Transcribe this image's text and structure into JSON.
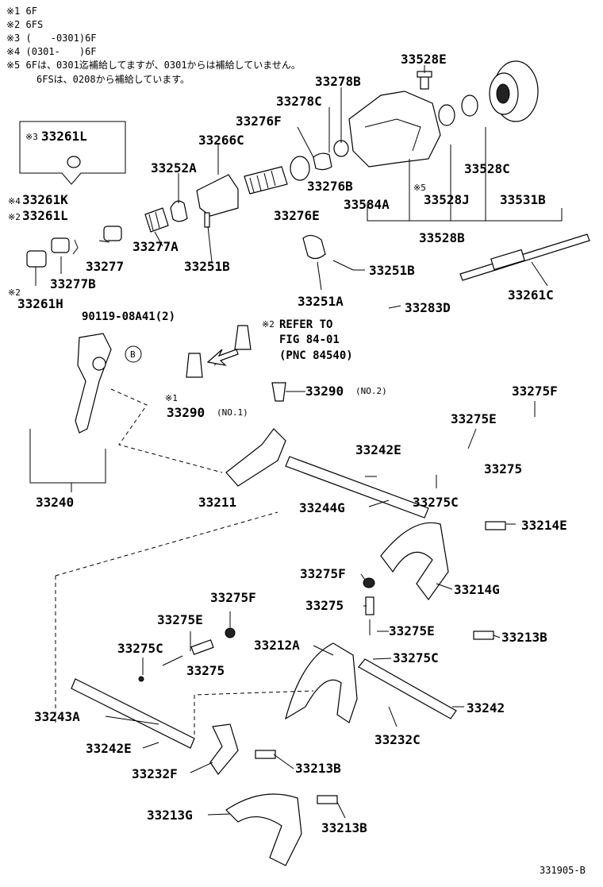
{
  "notes": [
    "※1 6F",
    "※2 6FS",
    "※3 (　　-0301)6F",
    "※4 (0301-　　)6F",
    "※5 6Fは、0301迄補給してますが、0301からは補給していません。",
    "6FSは、0208から補給しています。"
  ],
  "callout": {
    "mark": "※3",
    "part": "33261L"
  },
  "refer": {
    "mark": "※2",
    "line1": "REFER TO",
    "line2": "FIG 84-01",
    "line3": "(PNC 84540)"
  },
  "circle_b": "B",
  "marks": {
    "m1": "※1",
    "m2": "※2",
    "m4": "※4",
    "m2b": "※2",
    "m5": "※5"
  },
  "parts": {
    "p33528E": "33528E",
    "p33278B": "33278B",
    "p33278C": "33278C",
    "p33276F": "33276F",
    "p33266C": "33266C",
    "p33252A": "33252A",
    "p33261K": "33261K",
    "p33261L": "33261L",
    "p33277A": "33277A",
    "p33277": "33277",
    "p33277B": "33277B",
    "p33261H": "33261H",
    "p33251B_a": "33251B",
    "p33276B": "33276B",
    "p33276E": "33276E",
    "p33584A": "33584A",
    "p33528J": "33528J",
    "p33528C": "33528C",
    "p33531B": "33531B",
    "p33528B": "33528B",
    "p33251B_b": "33251B",
    "p33261C": "33261C",
    "p33251A": "33251A",
    "p33283D": "33283D",
    "p90119": "90119-08A41(2)",
    "p33290_2": "33290",
    "p33290_2_suffix": "(NO.2)",
    "p33290_1": "33290",
    "p33290_1_suffix": "(NO.1)",
    "p33275F_a": "33275F",
    "p33275E_a": "33275E",
    "p33242E_a": "33242E",
    "p33275_a": "33275",
    "p33240": "33240",
    "p33211": "33211",
    "p33244G": "33244G",
    "p33275C_a": "33275C",
    "p33214E": "33214E",
    "p33275F_b": "33275F",
    "p33214G": "33214G",
    "p33275_b": "33275",
    "p33275F_c": "33275F",
    "p33275E_b": "33275E",
    "p33275E_c": "33275E",
    "p33213B_a": "33213B",
    "p33212A": "33212A",
    "p33275C_b": "33275C",
    "p33275C_c": "33275C",
    "p33275_c": "33275",
    "p33242": "33242",
    "p33243A": "33243A",
    "p33232C": "33232C",
    "p33242E_b": "33242E",
    "p33213B_b": "33213B",
    "p33232F": "33232F",
    "p33213G": "33213G",
    "p33213B_c": "33213B"
  },
  "figure_id": "331905-B"
}
